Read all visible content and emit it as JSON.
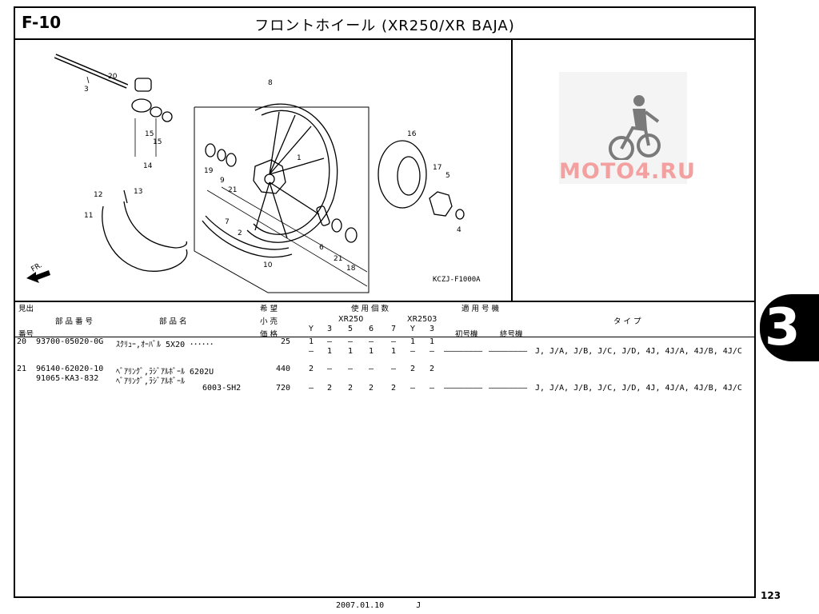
{
  "header": {
    "figure_number": "F-10",
    "title": "フロントホイール (XR250/XR BAJA)"
  },
  "diagram": {
    "callouts": [
      "1",
      "2",
      "3",
      "4",
      "5",
      "6",
      "7",
      "8",
      "9",
      "10",
      "11",
      "12",
      "13",
      "14",
      "15",
      "15",
      "16",
      "17",
      "18",
      "19",
      "20",
      "21",
      "21"
    ],
    "fr_label": "FR.",
    "code": "KCZJ-F1000A"
  },
  "watermark": {
    "text": "MOTO4.RU"
  },
  "table_header": {
    "midashi": "見出",
    "bango": "番号",
    "part_number": "部 品 番 号",
    "part_name": "部 品 名",
    "kibo": "希 望",
    "kouri": "小 売",
    "kakaku": "価 格",
    "shiyou_kosu": "使 用 個 数",
    "tekiyou_kishu": "適 用 号 機",
    "type_label": "タ イ プ",
    "group1": "XR250",
    "group2": "XR2503",
    "cols": [
      "Y",
      "3",
      "5",
      "6",
      "7",
      "Y",
      "3"
    ],
    "first_model": "初号機",
    "last_model": "終号機"
  },
  "rows": [
    {
      "ref": "20",
      "part_no": "93700-05020-0G",
      "name": "ｽｸﾘｭｰ,ｵｰﾊﾞﾙ 5X20 ･･････",
      "price": "25",
      "qty": [
        "1",
        "–",
        "–",
        "–",
        "–",
        "1",
        "1"
      ],
      "first": "",
      "last": "",
      "types": ""
    },
    {
      "ref": "",
      "part_no": "",
      "name": "",
      "price": "",
      "qty": [
        "–",
        "1",
        "1",
        "1",
        "1",
        "–",
        "–"
      ],
      "first": "————————",
      "last": "————————",
      "types": "J, J/A, J/B, J/C, J/D, 4J, 4J/A, 4J/B, 4J/C"
    },
    {
      "ref": "21",
      "part_no": "96140-62020-10",
      "name": "ﾍﾞｱﾘﾝｸﾞ,ﾗｼﾞｱﾙﾎﾞｰﾙ 6202U",
      "price": "440",
      "qty": [
        "2",
        "–",
        "–",
        "–",
        "–",
        "2",
        "2"
      ],
      "first": "",
      "last": "",
      "types": ""
    },
    {
      "ref": "",
      "part_no": "91065-KA3-832",
      "name": "ﾍﾞｱﾘﾝｸﾞ,ﾗｼﾞｱﾙﾎﾞｰﾙ",
      "price": "",
      "qty": [
        "",
        "",
        "",
        "",
        "",
        "",
        ""
      ],
      "first": "",
      "last": "",
      "types": ""
    },
    {
      "ref": "",
      "part_no": "",
      "name": "6003-SH2",
      "price": "720",
      "qty": [
        "–",
        "2",
        "2",
        "2",
        "2",
        "–",
        "–"
      ],
      "first": "————————",
      "last": "————————",
      "types": "J, J/A, J/B, J/C, J/D, 4J, 4J/A, 4J/B, 4J/C"
    }
  ],
  "side_tab": "3",
  "page_number": "123",
  "footer": {
    "date": "2007.01.10",
    "code": "J"
  }
}
